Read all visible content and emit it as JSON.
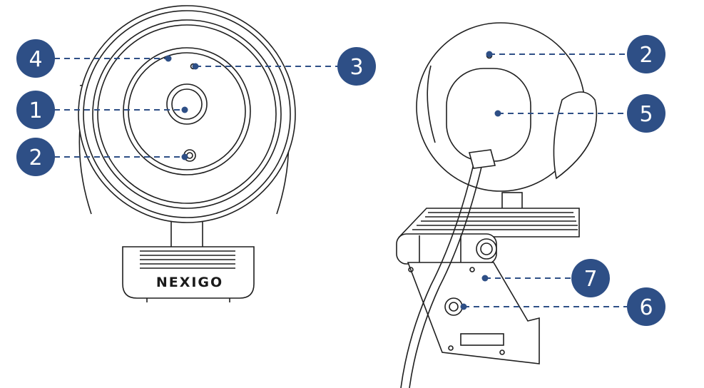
{
  "brand": {
    "logo_text": "NEXIGO"
  },
  "colors": {
    "callout": "#2e4f86",
    "outline": "#1f1f1f"
  },
  "front_view": {
    "callouts": [
      {
        "number": "4"
      },
      {
        "number": "3"
      },
      {
        "number": "1"
      },
      {
        "number": "2"
      }
    ]
  },
  "back_view": {
    "callouts": [
      {
        "number": "2"
      },
      {
        "number": "5"
      },
      {
        "number": "7"
      },
      {
        "number": "6"
      }
    ]
  }
}
